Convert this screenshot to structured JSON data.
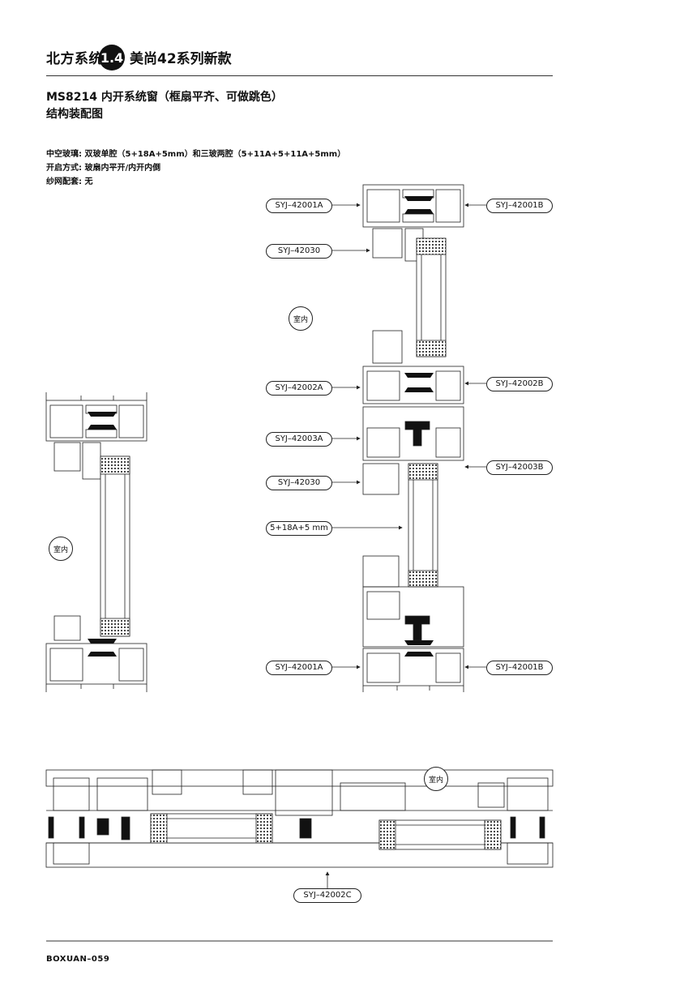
{
  "header": {
    "left_text": "北方系统",
    "badge": "1.4",
    "right_text": "美尚42系列新款"
  },
  "title": {
    "line1": "MS8214 内开系统窗（框扇平齐、可做跳色）",
    "line2": "结构装配图"
  },
  "specs": [
    "中空玻璃: 双玻单腔（5+18A+5mm）和三玻两腔（5+11A+5+11A+5mm）",
    "开启方式: 玻扇内平开/内开内倒",
    "纱网配套: 无"
  ],
  "labels": {
    "p1": "SYJ–42001A",
    "p2": "SYJ–42001B",
    "p3": "SYJ–42030",
    "p4": "SYJ–42002A",
    "p5": "SYJ–42002B",
    "p6": "SYJ–42003A",
    "p7": "SYJ–42003B",
    "p8": "SYJ–42030",
    "p9": "5+18A+5 mm",
    "p10": "SYJ–42001A",
    "p11": "SYJ–42001B",
    "p12": "SYJ–42002C"
  },
  "indoor": "室内",
  "footer": "BOXUAN–059"
}
